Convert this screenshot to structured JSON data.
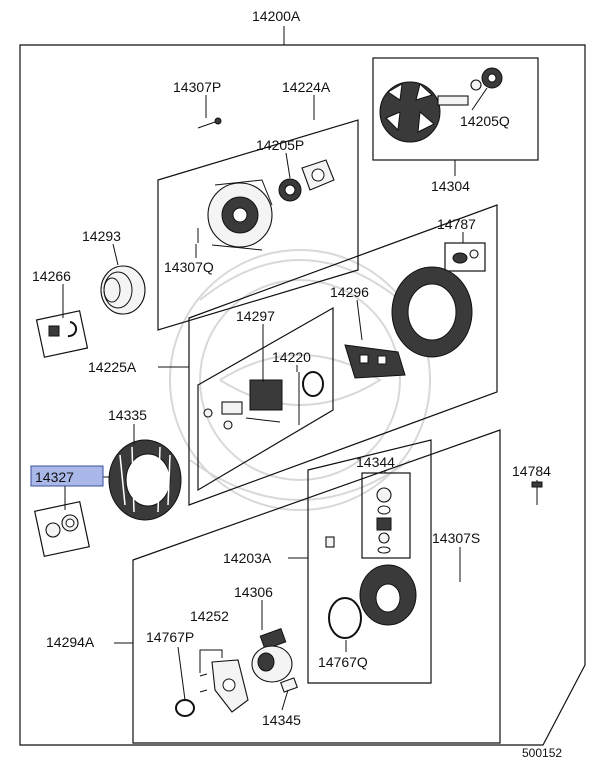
{
  "colors": {
    "highlight": "#a9b8e8",
    "line": "#111111",
    "watermark": "#cfcfcf"
  },
  "labels": {
    "l14200A": "14200A",
    "l14307P": "14307P",
    "l14224A": "14224A",
    "l14205P": "14205P",
    "l14205Q": "14205Q",
    "l14304": "14304",
    "l14293": "14293",
    "l14307Q": "14307Q",
    "l14787": "14787",
    "l14266": "14266",
    "l14296": "14296",
    "l14297": "14297",
    "l14220": "14220",
    "l14225A": "14225A",
    "l14335": "14335",
    "l14327": "14327",
    "l14784": "14784",
    "l14344": "14344",
    "l14203A": "14203A",
    "l14307S": "14307S",
    "l14306": "14306",
    "l14252": "14252",
    "l14767P": "14767P",
    "l14294A": "14294A",
    "l14767Q": "14767Q",
    "l14345": "14345",
    "ref": "500152"
  }
}
